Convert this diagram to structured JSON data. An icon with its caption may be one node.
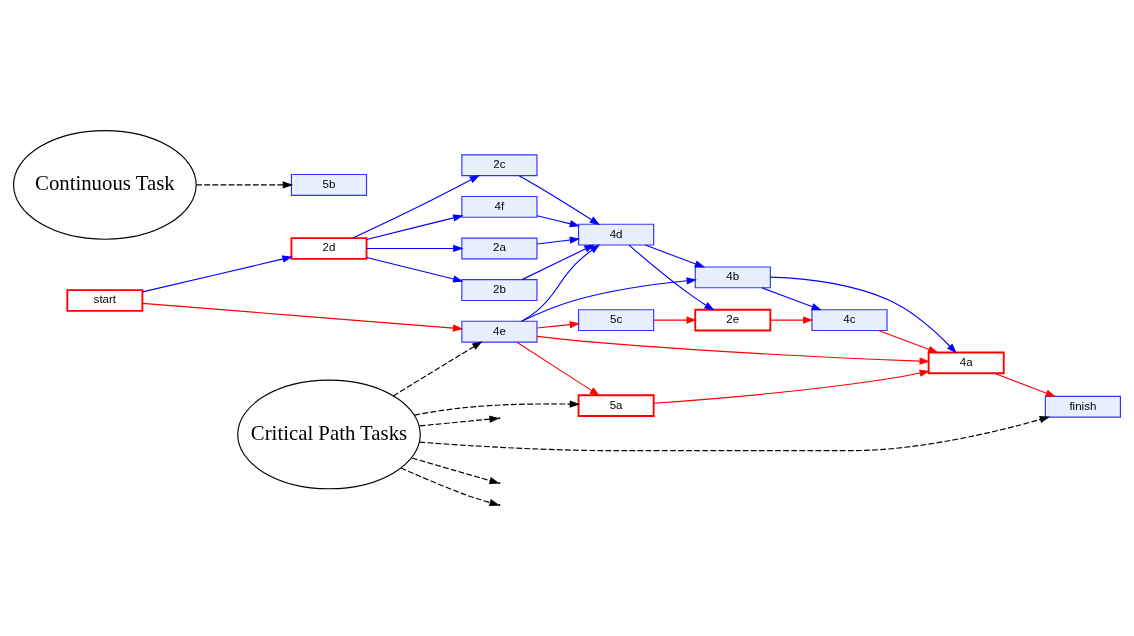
{
  "diagram": {
    "nodes": [
      {
        "text": [
          "start"
        ]
      },
      {
        "text": [
          "2d"
        ]
      },
      {
        "text": [
          "2b"
        ]
      },
      {
        "text": [
          "2c"
        ]
      },
      {
        "text": [
          "4f"
        ]
      },
      {
        "text": [
          "2a"
        ]
      },
      {
        "text": [
          "Critical Path Tasks"
        ]
      },
      {
        "text": [
          "4e"
        ]
      },
      {
        "text": [
          "4a"
        ]
      },
      {
        "text": [
          "finish"
        ]
      },
      {
        "text": [
          "4d"
        ]
      },
      {
        "text": [
          "2e"
        ]
      },
      {
        "text": [
          "Continuous Task"
        ]
      },
      {
        "text": [
          "5c"
        ]
      },
      {
        "text": [
          "4b"
        ]
      },
      {
        "text": [
          "4c"
        ]
      },
      {
        "text": [
          "5a"
        ]
      },
      {
        "text": [
          "5b"
        ]
      }
    ],
    "edges": [
      {
        "from": 0,
        "to": 1,
        "arrow": "to"
      },
      {
        "from": 0,
        "to": 7,
        "arrow": "to",
        "color": "#ff0000"
      },
      {
        "from": 1,
        "to": 2,
        "arrow": "to"
      },
      {
        "from": 1,
        "to": 3,
        "arrow": "to"
      },
      {
        "from": 1,
        "to": 4,
        "arrow": "to"
      },
      {
        "from": 1,
        "to": 5,
        "arrow": "to"
      },
      {
        "from": 2,
        "to": 10,
        "arrow": "to"
      },
      {
        "from": 3,
        "to": 10,
        "arrow": "to"
      },
      {
        "from": 4,
        "to": 10,
        "arrow": "to"
      },
      {
        "from": 5,
        "to": 10,
        "arrow": "to"
      },
      {
        "from": 7,
        "to": 10,
        "arrow": "to"
      },
      {
        "from": 7,
        "to": 13,
        "arrow": "to",
        "color": "#ff0000"
      },
      {
        "from": 7,
        "to": 14,
        "arrow": "to"
      },
      {
        "from": 7,
        "to": 16,
        "arrow": "to",
        "color": "#ff0000"
      },
      {
        "from": 7,
        "to": 8,
        "arrow": "to",
        "color": "#ff0000"
      },
      {
        "from": 16,
        "to": 8,
        "arrow": "to",
        "color": "#ff0000"
      },
      {
        "from": 10,
        "to": 11,
        "arrow": "to"
      },
      {
        "from": 10,
        "to": 14,
        "arrow": "to"
      },
      {
        "from": 13,
        "to": 11,
        "arrow": "to",
        "color": "#ff0000"
      },
      {
        "from": 11,
        "to": 15,
        "arrow": "to",
        "color": "#ff0000"
      },
      {
        "from": 14,
        "to": 15,
        "arrow": "to"
      },
      {
        "from": 14,
        "to": 8,
        "arrow": "to"
      },
      {
        "from": 15,
        "to": 8,
        "arrow": "to",
        "color": "#ff0000"
      },
      {
        "from": 8,
        "to": 9,
        "arrow": "to",
        "color": "#ff0000"
      },
      {
        "from": 6,
        "to": 7,
        "arrow": "to",
        "style": "dashed",
        "color": "#000000"
      },
      {
        "from": 6,
        "to": 16,
        "arrow": "to",
        "style": "dashed",
        "color": "#000000"
      },
      {
        "from": 6,
        "to": null,
        "arrow": "to",
        "style": "dashed",
        "color": "#000000"
      },
      {
        "from": 6,
        "to": null,
        "arrow": "to",
        "style": "dashed",
        "color": "#000000"
      },
      {
        "from": 6,
        "to": null,
        "arrow": "to",
        "style": "dashed",
        "color": "#000000"
      },
      {
        "from": 6,
        "to": 9,
        "arrow": "to",
        "style": "dashed",
        "color": "#000000"
      },
      {
        "from": 12,
        "to": 17,
        "arrow": "to",
        "style": "dashed",
        "color": "#000000"
      }
    ]
  }
}
